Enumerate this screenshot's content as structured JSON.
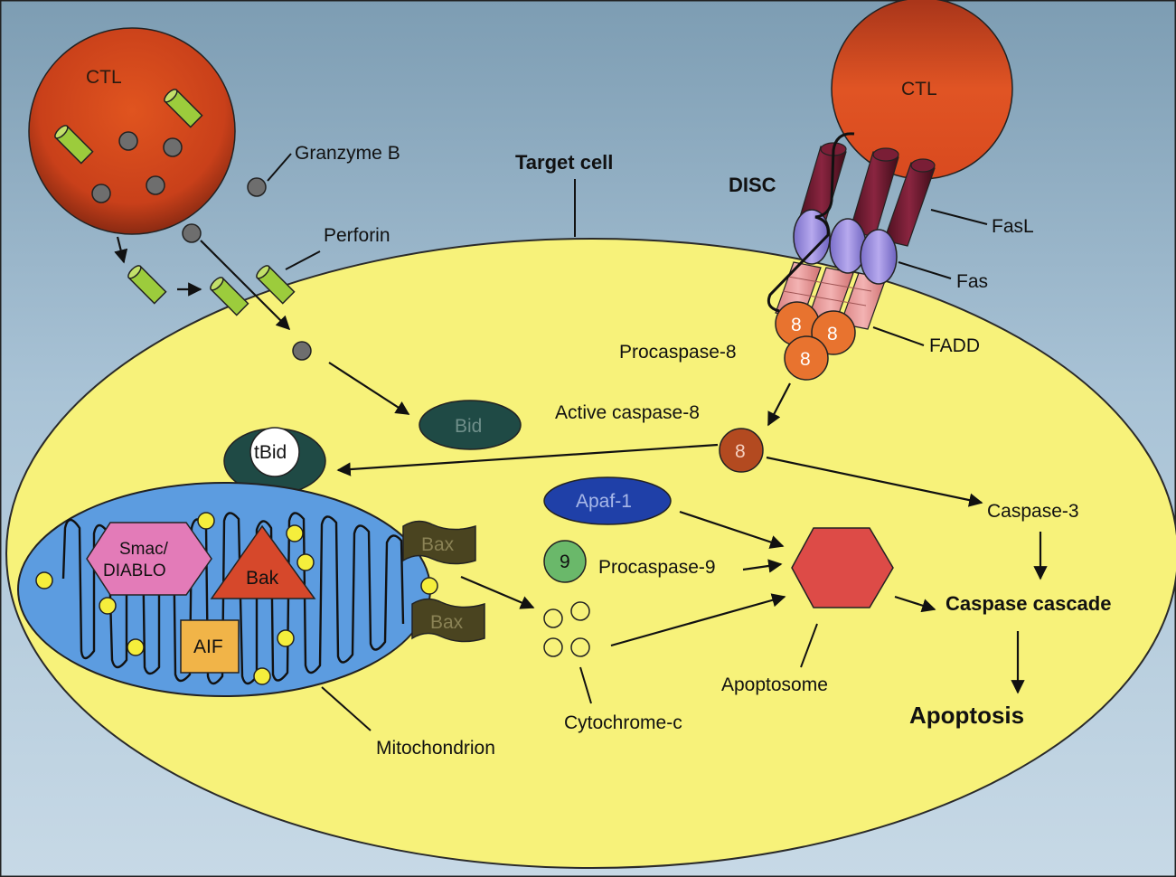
{
  "colors": {
    "background_top": "#7fa0b6",
    "background_bottom": "#c0d4e2",
    "target_cell": "#f7f27a",
    "ctl_cell": "#d9481a",
    "mitochondrion": "#5c9ce0",
    "perforin": "#9ccc3c",
    "granzyme": "#6e6e6e",
    "bid": "#1f4a45",
    "caspase8": "#b34a20",
    "procaspase8": "#e8732f",
    "apaf1": "#1f40a8",
    "procaspase9": "#6ab86a",
    "apoptosome": "#dd4b47",
    "smac": "#e37bb8",
    "bak": "#d6482b",
    "aif": "#f1b448",
    "bax": "#4a4420",
    "cytochrome_c": "#f5ee3c"
  },
  "labels": {
    "ctl_left": "CTL",
    "ctl_right": "CTL",
    "granzyme_b": "Granzyme B",
    "perforin": "Perforin",
    "target_cell": "Target cell",
    "disc": "DISC",
    "fasl": "FasL",
    "fas": "Fas",
    "fadd": "FADD",
    "procaspase_8": "Procaspase-8",
    "active_caspase_8": "Active caspase-8",
    "bid": "Bid",
    "tbid": "tBid",
    "apaf_1": "Apaf-1",
    "procaspase_9": "Procaspase-9",
    "caspase_3": "Caspase-3",
    "caspase_cascade": "Caspase cascade",
    "apoptosis": "Apoptosis",
    "apoptosome": "Apoptosome",
    "cytochrome_c": "Cytochrome-c",
    "mitochondrion": "Mitochondrion",
    "smac_line1": "Smac/",
    "smac_line2": "DIABLO",
    "bak": "Bak",
    "aif": "AIF",
    "bax_upper": "Bax",
    "bax_lower": "Bax",
    "caspase8_marks": [
      "8",
      "8",
      "8"
    ],
    "active_caspase8_mark": "8",
    "procaspase9_mark": "9"
  }
}
